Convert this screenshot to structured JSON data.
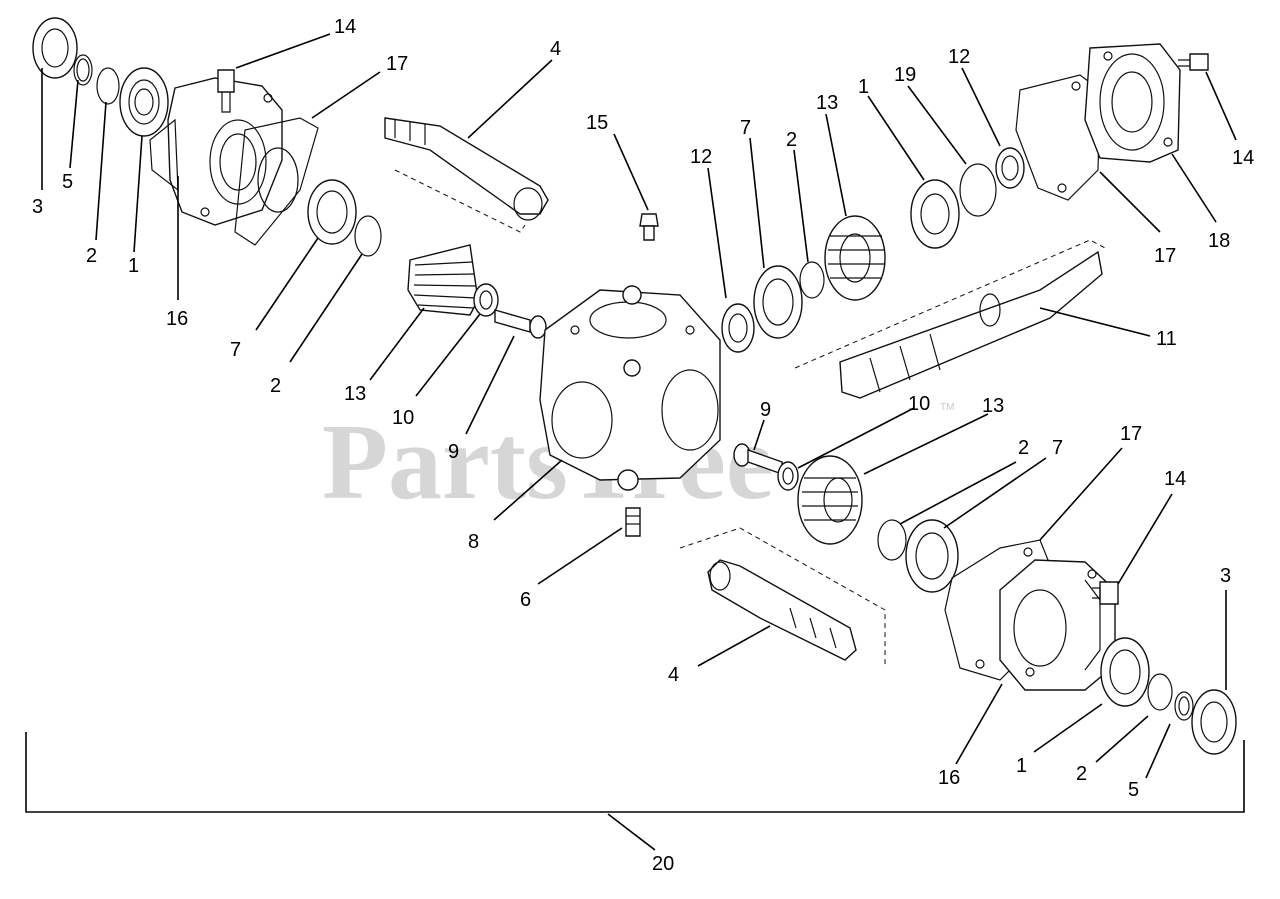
{
  "watermark": {
    "text": "PartsTree",
    "trademark": "TM"
  },
  "callouts": {
    "c3a": "3",
    "c5a": "5",
    "c2a": "2",
    "c1a": "1",
    "c16a": "16",
    "c14a": "14",
    "c17a": "17",
    "c7a": "7",
    "c2b": "2",
    "c4a": "4",
    "c13a": "13",
    "c10a": "10",
    "c9a": "9",
    "c8": "8",
    "c15": "15",
    "c6": "6",
    "c12a": "12",
    "c7b": "7",
    "c2c": "2",
    "c13b": "13",
    "c1b": "1",
    "c19": "19",
    "c12b": "12",
    "c14b": "14",
    "c17b": "17",
    "c18": "18",
    "c11": "11",
    "c9b": "9",
    "c10b": "10",
    "c13c": "13",
    "c2d": "2",
    "c7c": "7",
    "c17c": "17",
    "c14c": "14",
    "c3b": "3",
    "c4b": "4",
    "c16b": "16",
    "c1c": "1",
    "c2e": "2",
    "c5b": "5",
    "c20": "20"
  }
}
